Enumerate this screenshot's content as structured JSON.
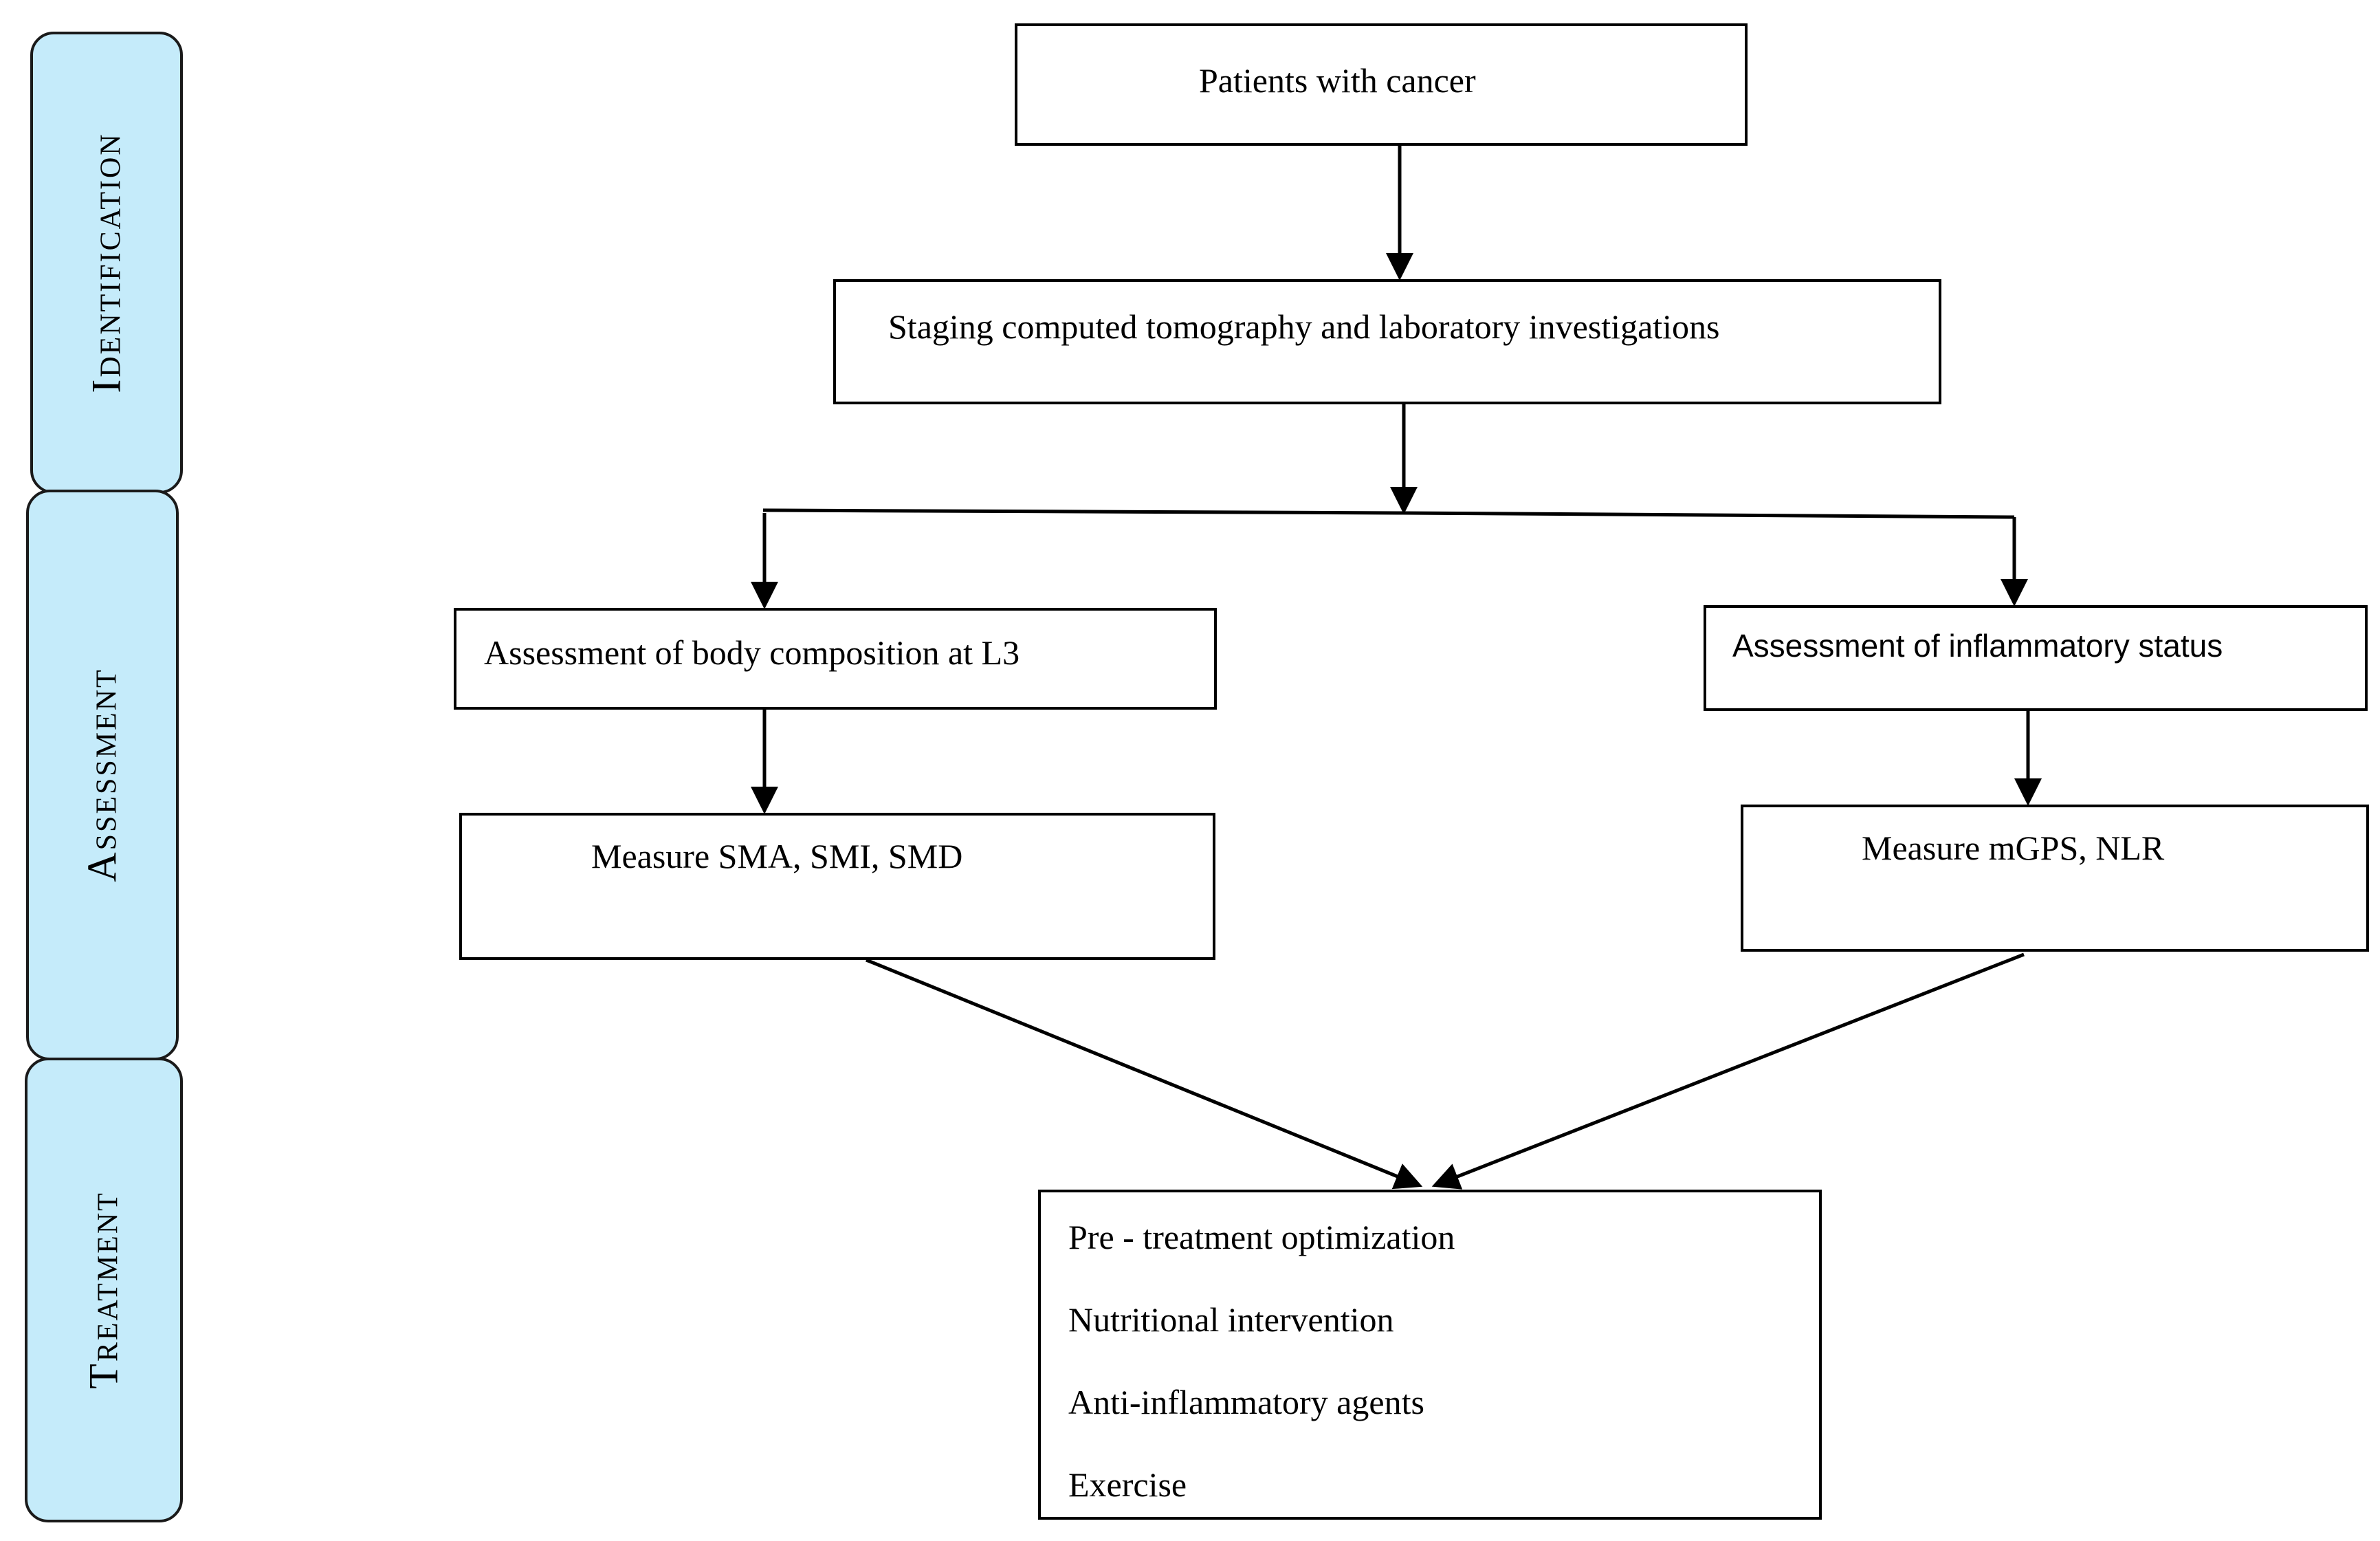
{
  "phases": {
    "identification": "Identification",
    "assessment": "Assessment",
    "treatment": "Treatment"
  },
  "nodes": {
    "patients": "Patients with cancer",
    "staging": "Staging computed tomography and laboratory investigations",
    "body_composition": "Assessment of body composition at L3",
    "inflammatory": "Assessment of inflammatory status",
    "measure_body": "Measure SMA, SMI, SMD",
    "measure_inflam": "Measure mGPS, NLR"
  },
  "treatment_items": [
    "Pre - treatment optimization",
    "Nutritional intervention",
    "Anti-inflammatory agents",
    "Exercise"
  ],
  "colors": {
    "phase_fill": "#c5ebfa",
    "line": "#000000"
  }
}
